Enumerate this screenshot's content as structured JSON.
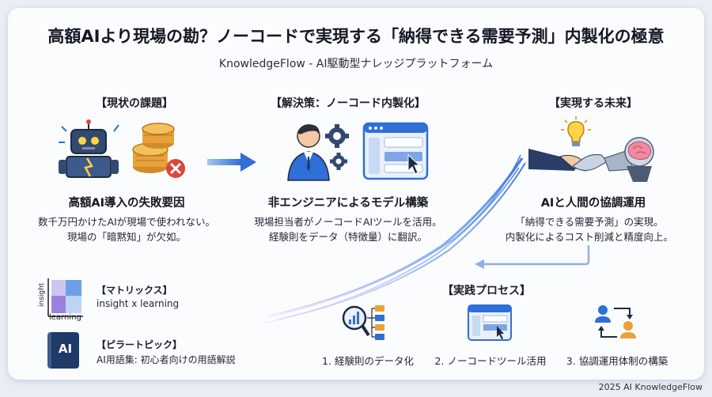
{
  "header": {
    "title": "高額AIより現場の勘？ノーコードで実現する「納得できる需要予測」内製化の極意",
    "subtitle": "KnowledgeFlow - AI駆動型ナレッジプラットフォーム"
  },
  "sections": {
    "problem": {
      "heading": "【現状の課題】",
      "title": "高額AI導入の失敗要因",
      "desc": [
        "数千万円かけたAIが現場で使われない。",
        "現場の「暗黙知」が欠如。"
      ]
    },
    "solution": {
      "heading": "【解決策：ノーコード内製化】",
      "title": "非エンジニアによるモデル構築",
      "desc": [
        "現場担当者がノーコードAIツールを活用。",
        "経験則をデータ（特徴量）に翻訳。"
      ]
    },
    "future": {
      "heading": "【実現する未来】",
      "title": "AIと人間の協調運用",
      "desc": [
        "「納得できる需要予測」の実現。",
        "内製化によるコスト削減と精度向上。"
      ]
    }
  },
  "matrix": {
    "label": "【マトリックス】",
    "text": "insight x learning",
    "axis_y": "insight",
    "axis_x": "learning"
  },
  "pillar": {
    "label": "【ピラートピック】",
    "text": "AI用語集: 初心者向けの用語解説",
    "icon_text": "AI"
  },
  "process": {
    "heading": "【実践プロセス】",
    "steps": [
      "1. 経験則のデータ化",
      "2. ノーコードツール活用",
      "3. 協調運用体制の構築"
    ]
  },
  "footer": "2025 AI KnowledgeFlow",
  "colors": {
    "accent": "#2f6fd6",
    "navy": "#1f3a66",
    "orange": "#e8a23a",
    "red": "#e0443a"
  }
}
